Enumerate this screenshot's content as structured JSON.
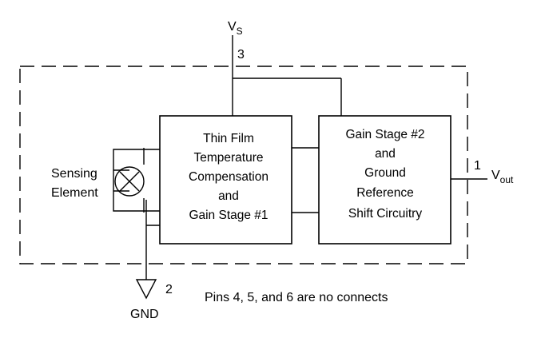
{
  "supply": {
    "label": "V",
    "sub": "S",
    "pin": "3"
  },
  "output": {
    "label": "V",
    "sub": "out",
    "pin": "1"
  },
  "ground": {
    "label": "GND",
    "pin": "2"
  },
  "sensing_element": {
    "lines": [
      "Sensing",
      "Element"
    ]
  },
  "block1": {
    "lines": [
      "Thin Film",
      "Temperature",
      "Compensation",
      "and",
      "Gain Stage #1"
    ]
  },
  "block2": {
    "lines": [
      "Gain Stage #2",
      "and",
      "Ground",
      "Reference",
      "Shift Circuitry"
    ]
  },
  "note": "Pins 4, 5, and 6 are no connects"
}
